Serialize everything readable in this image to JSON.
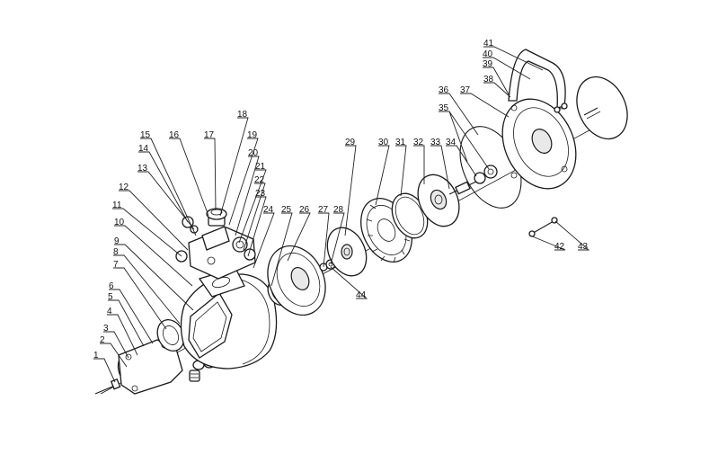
{
  "diagram": {
    "labels": [
      "1",
      "2",
      "3",
      "4",
      "5",
      "6",
      "7",
      "8",
      "9",
      "10",
      "11",
      "12",
      "13",
      "14",
      "15",
      "16",
      "17",
      "18",
      "19",
      "20",
      "21",
      "22",
      "23",
      "24",
      "25",
      "26",
      "27",
      "28",
      "29",
      "30",
      "31",
      "32",
      "33",
      "34",
      "35",
      "36",
      "37",
      "38",
      "39",
      "40",
      "41",
      "42",
      "43",
      "44"
    ]
  }
}
